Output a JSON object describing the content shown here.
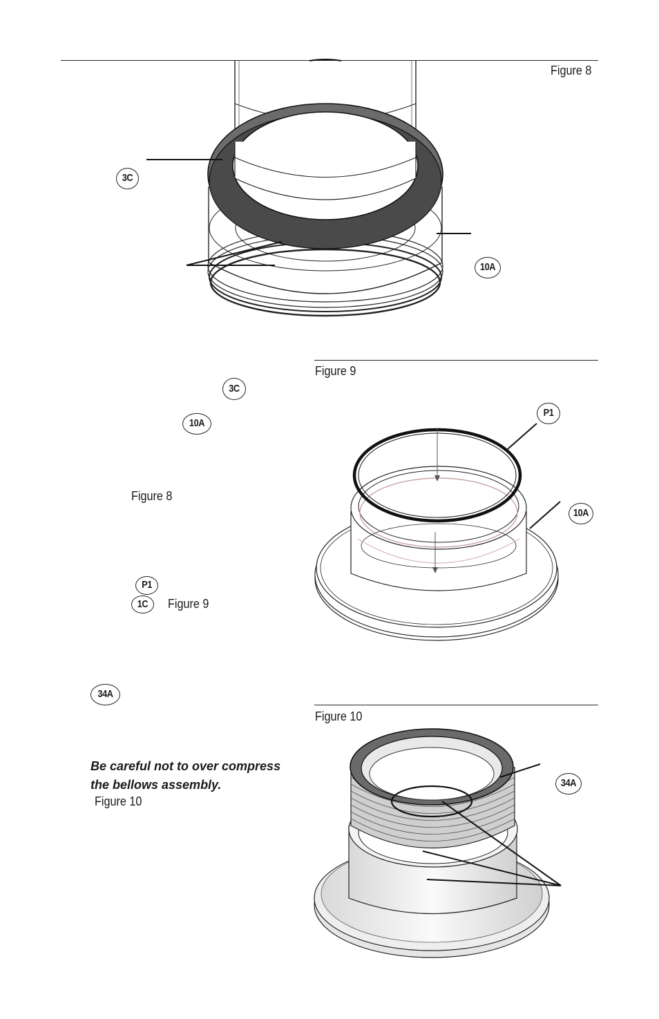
{
  "figure8": {
    "caption": "Figure 8",
    "callouts": {
      "seal": "3C",
      "bellows": "10A"
    }
  },
  "figure9": {
    "caption": "Figure 9",
    "callouts": {
      "oring": "P1",
      "bellows": "10A"
    }
  },
  "figure10": {
    "caption": "Figure 10",
    "callouts": {
      "part": "34A"
    }
  },
  "text": {
    "callout_3c": "3C",
    "callout_10a": "10A",
    "ref_figure8": "Figure 8",
    "callout_p1": "P1",
    "callout_1c": "1C",
    "ref_figure9": "Figure 9",
    "callout_34a": "34A",
    "warning_line1": "Be careful not to over compress",
    "warning_line2": "the bellows assembly.",
    "ref_figure10": "Figure 10"
  }
}
